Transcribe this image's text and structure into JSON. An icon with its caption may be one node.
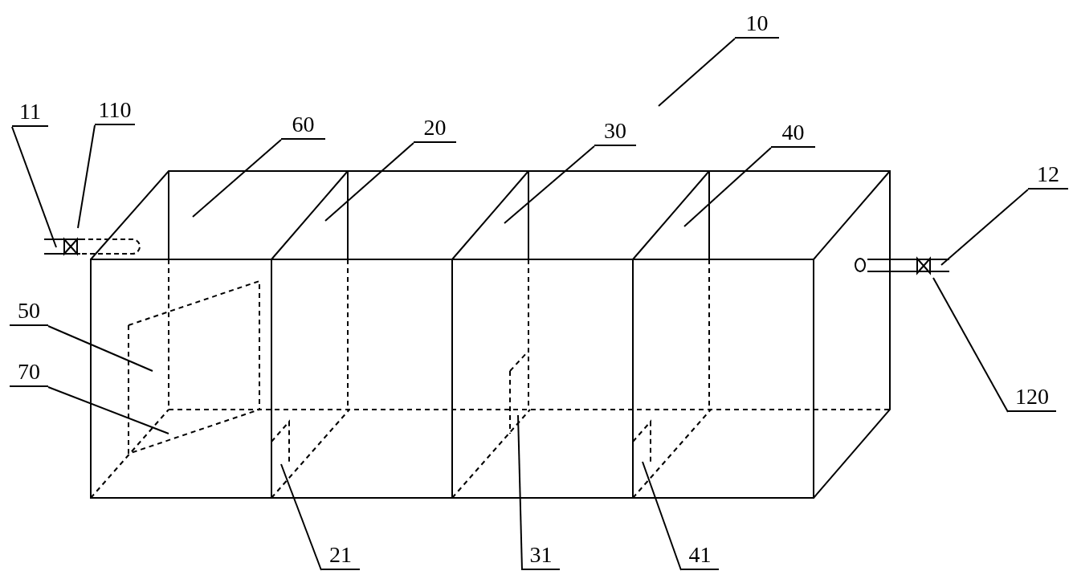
{
  "diagram": {
    "nodes": [
      {
        "text": [
          "10"
        ]
      },
      {
        "text": [
          "11"
        ]
      },
      {
        "text": [
          "110"
        ]
      },
      {
        "text": [
          "60"
        ]
      },
      {
        "text": [
          "20"
        ]
      },
      {
        "text": [
          "30"
        ]
      },
      {
        "text": [
          "40"
        ]
      },
      {
        "text": [
          "12"
        ]
      },
      {
        "text": [
          "50"
        ]
      },
      {
        "text": [
          "70"
        ]
      },
      {
        "text": [
          "120"
        ]
      },
      {
        "text": [
          "21"
        ]
      },
      {
        "text": [
          "31"
        ]
      },
      {
        "text": [
          "41"
        ]
      }
    ],
    "edges": [
      {
        "from": 0,
        "to": null,
        "arrow": "none"
      },
      {
        "from": 1,
        "to": null,
        "arrow": "none"
      },
      {
        "from": 2,
        "to": null,
        "arrow": "none"
      },
      {
        "from": 3,
        "to": null,
        "arrow": "none"
      },
      {
        "from": 4,
        "to": null,
        "arrow": "none"
      },
      {
        "from": 5,
        "to": null,
        "arrow": "none"
      },
      {
        "from": 6,
        "to": null,
        "arrow": "none"
      },
      {
        "from": 7,
        "to": null,
        "arrow": "none"
      },
      {
        "from": 8,
        "to": null,
        "arrow": "none"
      },
      {
        "from": 9,
        "to": null,
        "arrow": "none"
      },
      {
        "from": 10,
        "to": null,
        "arrow": "none"
      },
      {
        "from": 11,
        "to": null,
        "arrow": "none"
      },
      {
        "from": 12,
        "to": null,
        "arrow": "none"
      },
      {
        "from": 13,
        "to": null,
        "arrow": "none"
      }
    ]
  }
}
